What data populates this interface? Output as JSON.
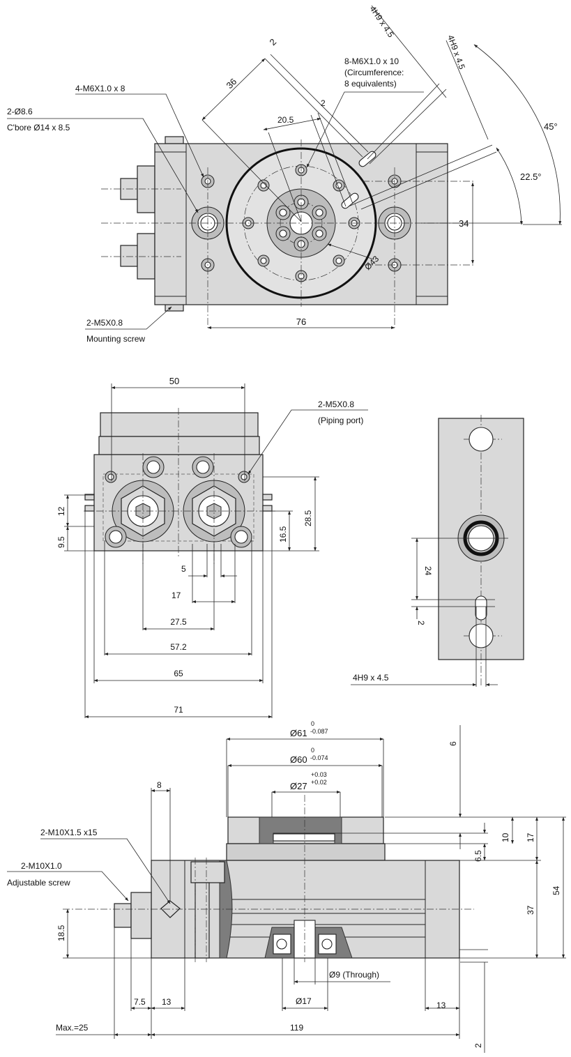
{
  "top_view": {
    "dim_2_a": "2",
    "dim_36": "36",
    "dim_20_5": "20.5",
    "dim_2_b": "2",
    "label_4m6": "4-M6X1.0 x 8",
    "label_2d86": "2-Ø8.6",
    "label_cbore": "C'bore Ø14 x 8.5",
    "label_8m6_l1": "8-M6X1.0 x 10",
    "label_8m6_l2": "(Circumference:",
    "label_8m6_l3": "8 equivalents)",
    "label_4h9_a": "4H9 x 4.5",
    "label_4h9_b": "4H9 x 4.5",
    "angle_45": "45°",
    "angle_22_5": "22.5°",
    "dim_34": "34",
    "dim_d43": "Ø43",
    "dim_76": "76",
    "label_m5_l1": "2-M5X0.8",
    "label_m5_l2": "Mounting screw"
  },
  "front_view": {
    "dim_50": "50",
    "label_piping_l1": "2-M5X0.8",
    "label_piping_l2": "(Piping port)",
    "dim_12": "12",
    "dim_9_5": "9.5",
    "dim_16_5": "16.5",
    "dim_28_5": "28.5",
    "dim_5": "5",
    "dim_17": "17",
    "dim_27_5": "27.5",
    "dim_57_2": "57.2",
    "dim_65": "65",
    "dim_71": "71"
  },
  "side_view": {
    "dim_24": "24",
    "dim_2": "2",
    "label_4h9": "4H9  x 4.5"
  },
  "section_view": {
    "d61": "Ø61",
    "d61_tol_upper": "0",
    "d61_tol_lower": "-0.087",
    "d60": "Ø60",
    "d60_tol_upper": "0",
    "d60_tol_lower": "-0.074",
    "d27": "Ø27",
    "d27_tol_upper": "+0.03",
    "d27_tol_lower": "+0.02",
    "dim_6": "6",
    "dim_8": "8",
    "label_m10x15": "2-M10X1.5 x15",
    "label_m10_l1": "2-M10X1.0",
    "label_m10_l2": "Adjustable screw",
    "dim_10": "10",
    "dim_17": "17",
    "dim_6_5": "6.5",
    "dim_37": "37",
    "dim_54": "54",
    "dim_18_5": "18.5",
    "label_d9": "Ø9 (Through)",
    "dim_7_5": "7.5",
    "dim_13_a": "13",
    "dim_d17": "Ø17",
    "dim_13_b": "13",
    "dim_max25": "Max.=25",
    "dim_119": "119",
    "dim_2": "2"
  }
}
